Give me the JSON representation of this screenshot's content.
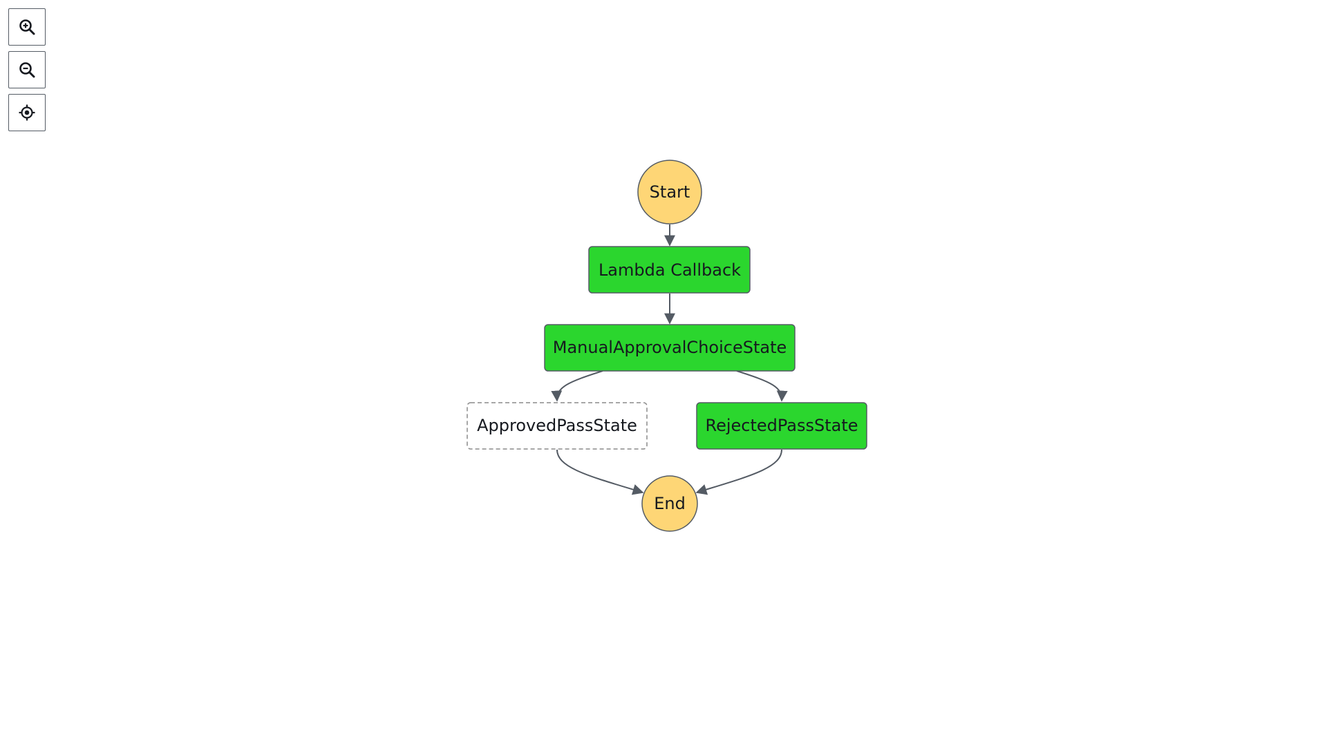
{
  "controls": {
    "zoom_in_icon": "zoom-in-icon",
    "zoom_out_icon": "zoom-out-icon",
    "center_icon": "crosshair-icon"
  },
  "colors": {
    "terminal_fill": "#fed676",
    "terminal_stroke": "#545b64",
    "success_fill": "#2bd62e",
    "success_stroke": "#545b64",
    "notrun_fill": "#ffffff",
    "notrun_stroke": "#8a8a8a",
    "edge": "#545b64"
  },
  "graph": {
    "nodes": [
      {
        "id": "start",
        "label": "Start",
        "kind": "terminal"
      },
      {
        "id": "lambda",
        "label": "Lambda Callback",
        "kind": "success"
      },
      {
        "id": "choice",
        "label": "ManualApprovalChoiceState",
        "kind": "success"
      },
      {
        "id": "approved",
        "label": "ApprovedPassState",
        "kind": "notrun"
      },
      {
        "id": "rejected",
        "label": "RejectedPassState",
        "kind": "success"
      },
      {
        "id": "end",
        "label": "End",
        "kind": "terminal"
      }
    ],
    "edges": [
      {
        "from": "start",
        "to": "lambda"
      },
      {
        "from": "lambda",
        "to": "choice"
      },
      {
        "from": "choice",
        "to": "approved"
      },
      {
        "from": "choice",
        "to": "rejected"
      },
      {
        "from": "approved",
        "to": "end"
      },
      {
        "from": "rejected",
        "to": "end"
      }
    ]
  }
}
